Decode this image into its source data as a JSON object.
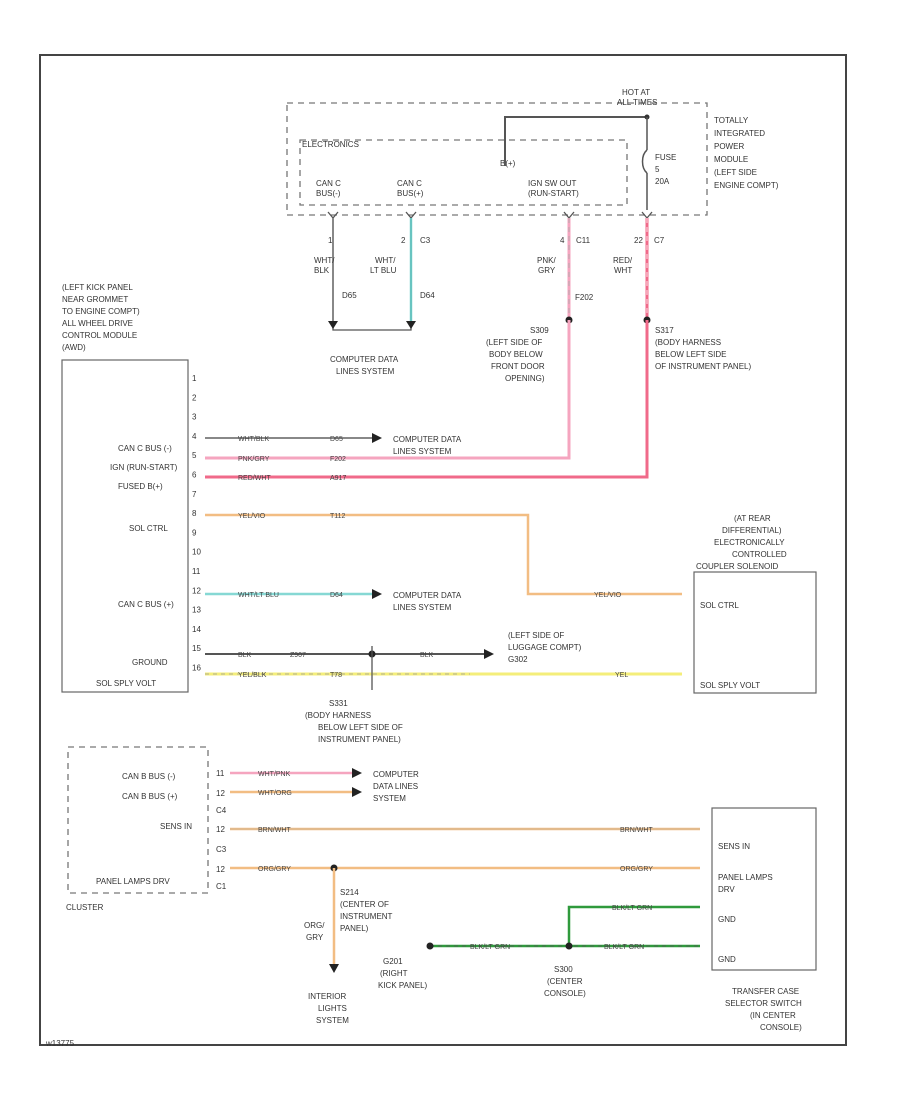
{
  "tipm": {
    "hot_at_1": "HOT AT",
    "hot_at_2": "ALL TIMES",
    "name_lines": [
      "TOTALLY",
      "INTEGRATED",
      "POWER",
      "MODULE",
      "(LEFT SIDE",
      "ENGINE COMPT)"
    ],
    "electronics": "ELECTRONICS",
    "bplus": "B(+)",
    "can_c_1": "CAN C",
    "can_c_1b": "BUS(-)",
    "can_c_2": "CAN C",
    "can_c_2b": "BUS(+)",
    "ign_out_1": "IGN SW OUT",
    "ign_out_2": "(RUN-START)",
    "fuse": "FUSE",
    "fuse_num": "5",
    "fuse_amp": "20A",
    "pin1": "1",
    "pin2": "2",
    "pin2c": "C3",
    "pin4": "4",
    "pin4c": "C11",
    "pin22": "22",
    "pin22c": "C7"
  },
  "wires_top": {
    "w1_color1": "WHT/",
    "w1_color2": "BLK",
    "w1_circuit": "D65",
    "w2_color1": "WHT/",
    "w2_color2": "LT BLU",
    "w2_circuit": "D64",
    "w3_color1": "PNK/",
    "w3_color2": "GRY",
    "w3_circuit": "F202",
    "w4_color1": "RED/",
    "w4_color2": "WHT"
  },
  "computer_data_top_1": "COMPUTER DATA",
  "computer_data_top_2": "LINES SYSTEM",
  "splices": {
    "s309": [
      "S309",
      "(LEFT SIDE OF",
      "BODY BELOW",
      "FRONT DOOR",
      "OPENING)"
    ],
    "s317": [
      "S317",
      "(BODY HARNESS",
      "BELOW LEFT SIDE",
      "OF INSTRUMENT PANEL)"
    ]
  },
  "awd_module": [
    "(LEFT KICK PANEL",
    "NEAR GROMMET",
    "TO ENGINE COMPT)",
    "ALL WHEEL DRIVE",
    "CONTROL MODULE",
    "(AWD)"
  ],
  "awd_pins": [
    "1",
    "2",
    "3",
    "4",
    "5",
    "6",
    "7",
    "8",
    "9",
    "10",
    "11",
    "12",
    "13",
    "14",
    "15",
    "16"
  ],
  "awd_labels": {
    "can_c_bus_neg": "CAN C BUS (-)",
    "ign": "IGN (RUN-START)",
    "fused": "FUSED B(+)",
    "sol_ctrl": "SOL CTRL",
    "can_c_bus_pos": "CAN C BUS (+)",
    "ground": "GROUND",
    "sol_sply": "SOL SPLY VOLT"
  },
  "awd_wires": {
    "w4": "WHT/BLK",
    "w4c": "D65",
    "w4dest1": "COMPUTER DATA",
    "w4dest2": "LINES SYSTEM",
    "w5": "PNK/GRY",
    "w5c": "F202",
    "w6": "RED/WHT",
    "w6c": "A917",
    "w8": "YEL/VIO",
    "w8c": "T112",
    "w12": "WHT/LT BLU",
    "w12c": "D64",
    "w12dest1": "COMPUTER DATA",
    "w12dest2": "LINES SYSTEM",
    "w15": "BLK",
    "w15c": "Z907",
    "w15b": "BLK",
    "w15dest1": "(LEFT SIDE OF",
    "w15dest2": "LUGGAGE COMPT)",
    "w15dest3": "G302",
    "w16": "YEL/BLK",
    "w16c": "T78",
    "w16b": "YEL",
    "s331": [
      "S331",
      "(BODY HARNESS",
      "BELOW LEFT SIDE OF",
      "INSTRUMENT PANEL)"
    ]
  },
  "diff": {
    "title": [
      "(AT REAR",
      "DIFFERENTIAL)",
      "ELECTRONICALLY",
      "CONTROLLED",
      "COUPLER SOLENOID"
    ],
    "sol_ctrl": "SOL CTRL",
    "sol_sply": "SOL SPLY VOLT",
    "w_in": "YEL/VIO"
  },
  "cluster": {
    "name": "CLUSTER",
    "can_b_neg": "CAN B BUS (-)",
    "can_b_pos": "CAN B BUS (+)",
    "sens_in": "SENS IN",
    "panel_lamps": "PANEL LAMPS DRV",
    "pins": [
      "11",
      "12",
      "C4",
      "12",
      "C3",
      "12",
      "C1"
    ],
    "w1": "WHT/PNK",
    "w2": "WHT/ORG",
    "w3": "BRN/WHT",
    "w4": "ORG/GRY",
    "dest1": "COMPUTER",
    "dest2": "DATA LINES",
    "dest3": "SYSTEM"
  },
  "lower": {
    "s214": [
      "S214",
      "(CENTER OF",
      "INSTRUMENT",
      "PANEL)"
    ],
    "org_gry_1": "ORG/",
    "org_gry_2": "GRY",
    "interior": [
      "INTERIOR",
      "LIGHTS",
      "SYSTEM"
    ],
    "g201": [
      "G201",
      "(RIGHT",
      "KICK PANEL)"
    ],
    "s300": [
      "S300",
      "(CENTER",
      "CONSOLE)"
    ],
    "blk_lt_grn": "BLK/LT GRN"
  },
  "tcase": {
    "title": [
      "TRANSFER CASE",
      "SELECTOR SWITCH",
      "(IN CENTER",
      "CONSOLE)"
    ],
    "sens_in": "SENS IN",
    "panel_1": "PANEL LAMPS",
    "panel_2": "DRV",
    "gnd": "GND",
    "w_sens": "BRN/WHT",
    "w_panel": "ORG/GRY"
  },
  "footer_id": "w13775",
  "colors": {
    "pink": "#f5a5bf",
    "red": "#f06a8a",
    "orange": "#f2bd83",
    "yellow": "#f4ee7a",
    "green": "#2f9a3c",
    "teal": "#86d8d4",
    "gray": "#888888"
  }
}
